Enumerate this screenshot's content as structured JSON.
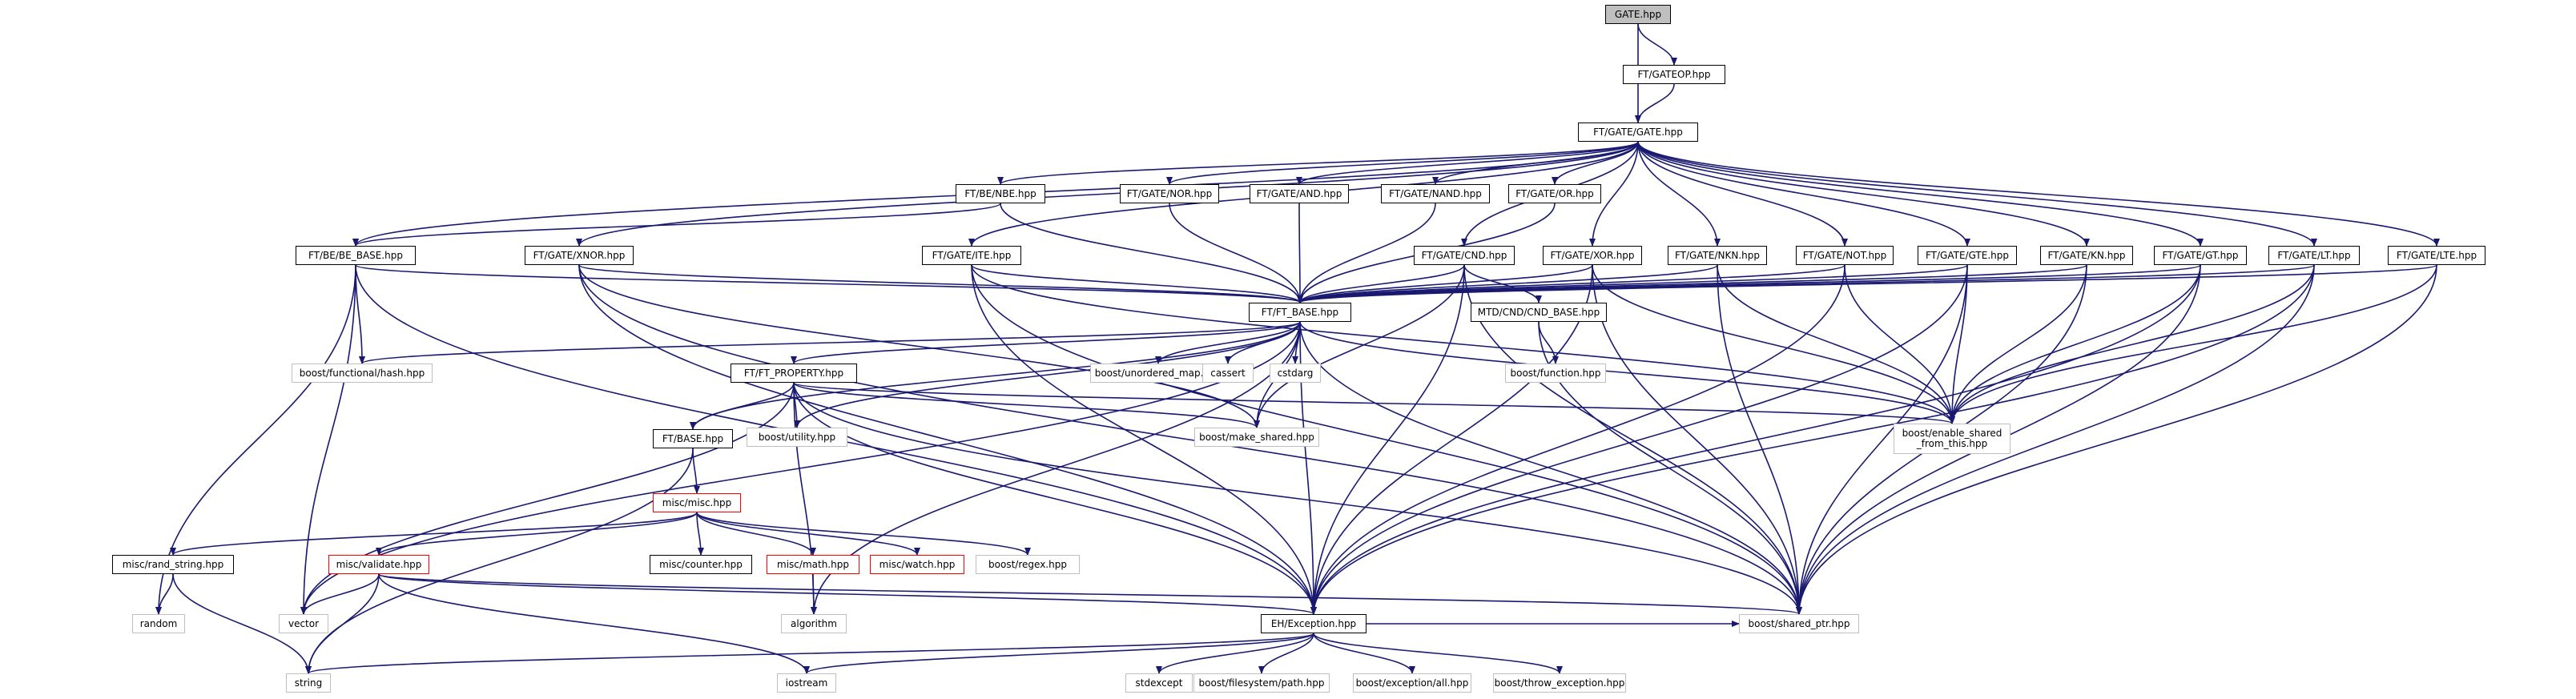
{
  "colors": {
    "edge": "#191970",
    "root_fill": "#bfbfbf",
    "external_border": "#bfbfbf",
    "truncated_border": "#ff0000"
  },
  "nodes": [
    {
      "id": "gate_hpp",
      "label": "GATE.hpp",
      "kind": "root"
    },
    {
      "id": "ft_gateop",
      "label": "FT/GATEOP.hpp",
      "kind": "normal"
    },
    {
      "id": "ft_gate_gate",
      "label": "FT/GATE/GATE.hpp",
      "kind": "normal"
    },
    {
      "id": "ft_be_nbe",
      "label": "FT/BE/NBE.hpp",
      "kind": "normal"
    },
    {
      "id": "ft_gate_nor",
      "label": "FT/GATE/NOR.hpp",
      "kind": "normal"
    },
    {
      "id": "ft_gate_and",
      "label": "FT/GATE/AND.hpp",
      "kind": "normal"
    },
    {
      "id": "ft_gate_nand",
      "label": "FT/GATE/NAND.hpp",
      "kind": "normal"
    },
    {
      "id": "ft_gate_or",
      "label": "FT/GATE/OR.hpp",
      "kind": "normal"
    },
    {
      "id": "ft_be_base",
      "label": "FT/BE/BE_BASE.hpp",
      "kind": "normal"
    },
    {
      "id": "ft_gate_xnor",
      "label": "FT/GATE/XNOR.hpp",
      "kind": "normal"
    },
    {
      "id": "ft_gate_ite",
      "label": "FT/GATE/ITE.hpp",
      "kind": "normal"
    },
    {
      "id": "ft_gate_cnd",
      "label": "FT/GATE/CND.hpp",
      "kind": "normal"
    },
    {
      "id": "ft_gate_xor",
      "label": "FT/GATE/XOR.hpp",
      "kind": "normal"
    },
    {
      "id": "ft_gate_nkn",
      "label": "FT/GATE/NKN.hpp",
      "kind": "normal"
    },
    {
      "id": "ft_gate_not",
      "label": "FT/GATE/NOT.hpp",
      "kind": "normal"
    },
    {
      "id": "ft_gate_gte",
      "label": "FT/GATE/GTE.hpp",
      "kind": "normal"
    },
    {
      "id": "ft_gate_kn",
      "label": "FT/GATE/KN.hpp",
      "kind": "normal"
    },
    {
      "id": "ft_gate_gt",
      "label": "FT/GATE/GT.hpp",
      "kind": "normal"
    },
    {
      "id": "ft_gate_lt",
      "label": "FT/GATE/LT.hpp",
      "kind": "normal"
    },
    {
      "id": "ft_gate_lte",
      "label": "FT/GATE/LTE.hpp",
      "kind": "normal"
    },
    {
      "id": "ft_ft_base",
      "label": "FT/FT_BASE.hpp",
      "kind": "normal"
    },
    {
      "id": "mtd_cnd_base",
      "label": "MTD/CND/CND_BASE.hpp",
      "kind": "normal"
    },
    {
      "id": "boost_func_hash",
      "label": "boost/functional/hash.hpp",
      "kind": "external"
    },
    {
      "id": "boost_unordered",
      "label": "boost/unordered_map.hpp",
      "kind": "external"
    },
    {
      "id": "cassert",
      "label": "cassert",
      "kind": "external"
    },
    {
      "id": "cstdarg",
      "label": "cstdarg",
      "kind": "external"
    },
    {
      "id": "boost_function",
      "label": "boost/function.hpp",
      "kind": "external"
    },
    {
      "id": "ft_ft_property",
      "label": "FT/FT_PROPERTY.hpp",
      "kind": "normal"
    },
    {
      "id": "boost_utility",
      "label": "boost/utility.hpp",
      "kind": "external"
    },
    {
      "id": "boost_make_shared",
      "label": "boost/make_shared.hpp",
      "kind": "external"
    },
    {
      "id": "boost_enable_shared",
      "label": "boost/enable_shared\n_from_this.hpp",
      "kind": "external"
    },
    {
      "id": "ft_base",
      "label": "FT/BASE.hpp",
      "kind": "normal"
    },
    {
      "id": "misc_misc",
      "label": "misc/misc.hpp",
      "kind": "red"
    },
    {
      "id": "misc_rand_string",
      "label": "misc/rand_string.hpp",
      "kind": "normal"
    },
    {
      "id": "misc_validate",
      "label": "misc/validate.hpp",
      "kind": "red"
    },
    {
      "id": "misc_counter",
      "label": "misc/counter.hpp",
      "kind": "normal"
    },
    {
      "id": "misc_math",
      "label": "misc/math.hpp",
      "kind": "red"
    },
    {
      "id": "misc_watch",
      "label": "misc/watch.hpp",
      "kind": "red"
    },
    {
      "id": "boost_regex",
      "label": "boost/regex.hpp",
      "kind": "external"
    },
    {
      "id": "random",
      "label": "random",
      "kind": "external"
    },
    {
      "id": "vector",
      "label": "vector",
      "kind": "external"
    },
    {
      "id": "algorithm",
      "label": "algorithm",
      "kind": "external"
    },
    {
      "id": "eh_exception",
      "label": "EH/Exception.hpp",
      "kind": "normal"
    },
    {
      "id": "boost_shared_ptr",
      "label": "boost/shared_ptr.hpp",
      "kind": "external"
    },
    {
      "id": "string",
      "label": "string",
      "kind": "external"
    },
    {
      "id": "iostream",
      "label": "iostream",
      "kind": "external"
    },
    {
      "id": "stdexcept",
      "label": "stdexcept",
      "kind": "external"
    },
    {
      "id": "boost_fs_path",
      "label": "boost/filesystem/path.hpp",
      "kind": "external"
    },
    {
      "id": "boost_exc_all",
      "label": "boost/exception/all.hpp",
      "kind": "external"
    },
    {
      "id": "boost_throw_exc",
      "label": "boost/throw_exception.hpp",
      "kind": "external"
    }
  ],
  "edges": [
    [
      "gate_hpp",
      "ft_gateop"
    ],
    [
      "gate_hpp",
      "ft_gate_gate"
    ],
    [
      "ft_gateop",
      "ft_gate_gate"
    ],
    [
      "ft_gate_gate",
      "ft_be_nbe"
    ],
    [
      "ft_gate_gate",
      "ft_gate_nor"
    ],
    [
      "ft_gate_gate",
      "ft_gate_and"
    ],
    [
      "ft_gate_gate",
      "ft_gate_nand"
    ],
    [
      "ft_gate_gate",
      "ft_gate_or"
    ],
    [
      "ft_gate_gate",
      "ft_be_base"
    ],
    [
      "ft_gate_gate",
      "ft_gate_xnor"
    ],
    [
      "ft_gate_gate",
      "ft_gate_ite"
    ],
    [
      "ft_gate_gate",
      "ft_gate_cnd"
    ],
    [
      "ft_gate_gate",
      "ft_gate_xor"
    ],
    [
      "ft_gate_gate",
      "ft_gate_nkn"
    ],
    [
      "ft_gate_gate",
      "ft_gate_not"
    ],
    [
      "ft_gate_gate",
      "ft_gate_gte"
    ],
    [
      "ft_gate_gate",
      "ft_gate_kn"
    ],
    [
      "ft_gate_gate",
      "ft_gate_gt"
    ],
    [
      "ft_gate_gate",
      "ft_gate_lt"
    ],
    [
      "ft_gate_gate",
      "ft_gate_lte"
    ],
    [
      "ft_be_nbe",
      "ft_be_base"
    ],
    [
      "ft_be_nbe",
      "ft_ft_base"
    ],
    [
      "ft_gate_nor",
      "ft_ft_base"
    ],
    [
      "ft_gate_and",
      "ft_ft_base"
    ],
    [
      "ft_gate_nand",
      "ft_ft_base"
    ],
    [
      "ft_gate_or",
      "ft_ft_base"
    ],
    [
      "ft_be_base",
      "ft_ft_base"
    ],
    [
      "ft_be_base",
      "boost_func_hash"
    ],
    [
      "ft_be_base",
      "random"
    ],
    [
      "ft_be_base",
      "vector"
    ],
    [
      "ft_be_base",
      "eh_exception"
    ],
    [
      "ft_gate_xnor",
      "ft_ft_base"
    ],
    [
      "ft_gate_xnor",
      "eh_exception"
    ],
    [
      "ft_gate_xnor",
      "boost_make_shared"
    ],
    [
      "ft_gate_xnor",
      "boost_shared_ptr"
    ],
    [
      "ft_gate_ite",
      "ft_ft_base"
    ],
    [
      "ft_gate_ite",
      "eh_exception"
    ],
    [
      "ft_gate_ite",
      "boost_shared_ptr"
    ],
    [
      "ft_gate_ite",
      "boost_enable_shared"
    ],
    [
      "ft_gate_cnd",
      "ft_ft_base"
    ],
    [
      "ft_gate_cnd",
      "mtd_cnd_base"
    ],
    [
      "ft_gate_cnd",
      "eh_exception"
    ],
    [
      "ft_gate_cnd",
      "boost_make_shared"
    ],
    [
      "ft_gate_cnd",
      "boost_shared_ptr"
    ],
    [
      "ft_gate_xor",
      "ft_ft_base"
    ],
    [
      "ft_gate_xor",
      "eh_exception"
    ],
    [
      "ft_gate_xor",
      "boost_shared_ptr"
    ],
    [
      "ft_gate_xor",
      "boost_enable_shared"
    ],
    [
      "ft_gate_nkn",
      "ft_ft_base"
    ],
    [
      "ft_gate_nkn",
      "boost_shared_ptr"
    ],
    [
      "ft_gate_nkn",
      "boost_enable_shared"
    ],
    [
      "ft_gate_not",
      "ft_ft_base"
    ],
    [
      "ft_gate_not",
      "eh_exception"
    ],
    [
      "ft_gate_not",
      "boost_enable_shared"
    ],
    [
      "ft_gate_gte",
      "ft_ft_base"
    ],
    [
      "ft_gate_gte",
      "boost_enable_shared"
    ],
    [
      "ft_gate_gte",
      "boost_shared_ptr"
    ],
    [
      "ft_gate_gte",
      "eh_exception"
    ],
    [
      "ft_gate_kn",
      "ft_ft_base"
    ],
    [
      "ft_gate_kn",
      "boost_enable_shared"
    ],
    [
      "ft_gate_kn",
      "boost_shared_ptr"
    ],
    [
      "ft_gate_gt",
      "ft_ft_base"
    ],
    [
      "ft_gate_gt",
      "boost_enable_shared"
    ],
    [
      "ft_gate_gt",
      "eh_exception"
    ],
    [
      "ft_gate_gt",
      "boost_shared_ptr"
    ],
    [
      "ft_gate_lt",
      "ft_ft_base"
    ],
    [
      "ft_gate_lt",
      "boost_enable_shared"
    ],
    [
      "ft_gate_lt",
      "eh_exception"
    ],
    [
      "ft_gate_lt",
      "boost_shared_ptr"
    ],
    [
      "ft_gate_lte",
      "ft_ft_base"
    ],
    [
      "ft_gate_lte",
      "boost_enable_shared"
    ],
    [
      "ft_gate_lte",
      "boost_shared_ptr"
    ],
    [
      "ft_ft_base",
      "boost_func_hash"
    ],
    [
      "ft_ft_base",
      "boost_unordered"
    ],
    [
      "ft_ft_base",
      "cassert"
    ],
    [
      "ft_ft_base",
      "cstdarg"
    ],
    [
      "ft_ft_base",
      "ft_ft_property"
    ],
    [
      "ft_ft_base",
      "ft_base"
    ],
    [
      "ft_ft_base",
      "boost_utility"
    ],
    [
      "ft_ft_base",
      "boost_make_shared"
    ],
    [
      "ft_ft_base",
      "boost_enable_shared"
    ],
    [
      "ft_ft_base",
      "vector"
    ],
    [
      "ft_ft_base",
      "algorithm"
    ],
    [
      "ft_ft_base",
      "eh_exception"
    ],
    [
      "ft_ft_base",
      "boost_shared_ptr"
    ],
    [
      "mtd_cnd_base",
      "boost_function"
    ],
    [
      "mtd_cnd_base",
      "boost_shared_ptr"
    ],
    [
      "ft_ft_property",
      "ft_base"
    ],
    [
      "ft_ft_property",
      "boost_utility"
    ],
    [
      "ft_ft_property",
      "boost_make_shared"
    ],
    [
      "ft_ft_property",
      "boost_enable_shared"
    ],
    [
      "ft_ft_property",
      "vector"
    ],
    [
      "ft_ft_property",
      "algorithm"
    ],
    [
      "ft_ft_property",
      "eh_exception"
    ],
    [
      "ft_ft_property",
      "boost_shared_ptr"
    ],
    [
      "ft_base",
      "misc_misc"
    ],
    [
      "ft_base",
      "string"
    ],
    [
      "misc_misc",
      "misc_rand_string"
    ],
    [
      "misc_misc",
      "misc_validate"
    ],
    [
      "misc_misc",
      "misc_counter"
    ],
    [
      "misc_misc",
      "misc_math"
    ],
    [
      "misc_misc",
      "misc_watch"
    ],
    [
      "misc_misc",
      "boost_regex"
    ],
    [
      "misc_rand_string",
      "random"
    ],
    [
      "misc_rand_string",
      "string"
    ],
    [
      "misc_validate",
      "vector"
    ],
    [
      "misc_validate",
      "string"
    ],
    [
      "misc_validate",
      "iostream"
    ],
    [
      "misc_validate",
      "eh_exception"
    ],
    [
      "misc_validate",
      "boost_shared_ptr"
    ],
    [
      "misc_math",
      "algorithm"
    ],
    [
      "eh_exception",
      "string"
    ],
    [
      "eh_exception",
      "iostream"
    ],
    [
      "eh_exception",
      "stdexcept"
    ],
    [
      "eh_exception",
      "boost_fs_path"
    ],
    [
      "eh_exception",
      "boost_exc_all"
    ],
    [
      "eh_exception",
      "boost_throw_exc"
    ],
    [
      "eh_exception",
      "boost_shared_ptr"
    ]
  ]
}
